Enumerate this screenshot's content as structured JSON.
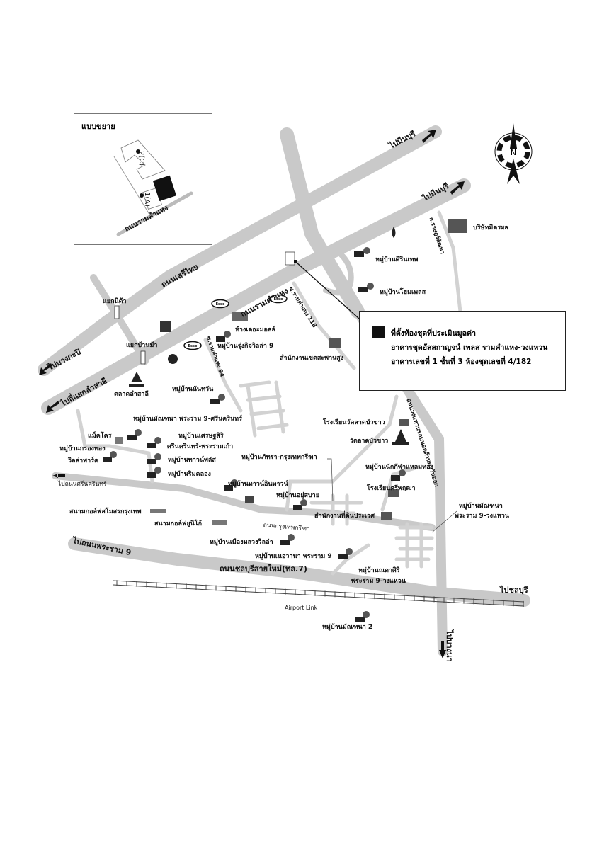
{
  "inset": {
    "title": "แบบขยาย",
    "building_2": "2(C)",
    "building_1": "1(A)",
    "road": "ถนนรามคำแหง"
  },
  "legend": {
    "title": "ที่ตั้งห้องชุดที่ประเมินมูลค่า",
    "line2": "อาคารชุดอัสสกาญจน์ เพลส รามคำแหง-วงแหวน",
    "line3": "อาคารเลขที่  1   ชั้นที่ 3  ห้องชุดเลขที่ 4/182"
  },
  "compass": {
    "north": "N"
  },
  "roads": {
    "to_minburi_1": "ไปมีนบุรี",
    "to_minburi_2": "ไปมีนบุรี",
    "seri_thai": "ถนนเสรีไทย",
    "ramkhamhaeng": "ถนนรามคำแหง",
    "to_bangkapi": "ไปบางกะปิ",
    "to_lamsali": "ไปสี่แยกลำสาลี",
    "soi_118": "ซ.รามคำแหง 118",
    "soi_94": "ซ.รามคำแหง 94",
    "rat_phatthana": "ถ.ราษฎร์พัฒนา",
    "kanchanaphisek": "ถนนวงแหวนรอบนอกด้านตะวันออก",
    "to_srinakarin": "ไปถนนศรีนครินทร์",
    "krungthep_kreetha": "ถนนกรุงเทพกรีฑา",
    "to_rama9": "ไปถนนพระราม 9",
    "chonburi_new": "ถนนชลบุรีสายใหม่(ทล.7)",
    "to_chonburi": "ไปชลบุรี",
    "to_bangna": "ไปบางนา",
    "airport_link": "Airport Link"
  },
  "intersections": {
    "nida": "แยกนิด้า",
    "ban_ma": "แยกบ้านม้า"
  },
  "places": {
    "mitphol": "บริษัทมิตรผล",
    "sirinthep": "หมู่บ้านศิรินเทพ",
    "homeplace": "หมู่บ้านโฮมเพลส",
    "the_mall": "ห้างเดอะมอลล์",
    "rungkit_villa": "หมู่บ้านรุ่งกิจวิลล่า 9",
    "bangkapi_office": "สำนักงานเขตสะพานสูง",
    "lamsali_market": "ตลาดลำสาลี",
    "nanthawan": "หมู่บ้านนันทวัน",
    "maneeya_srinakarin": "หมู่บ้านมัณฑนา พระราม 9-ศรีนครินทร์",
    "makro": "แม็คโคร",
    "setthasiri": "หมู่บ้านเศรษฐสิริ",
    "setthasiri_2": "ศรีนครินทร์-พระรามเก้า",
    "krungthong": "หมู่บ้านกรองทอง",
    "villa_park": "วิลล่าพาร์ค",
    "townplus": "หมู่บ้านทาวน์พลัส",
    "rimkhlong": "หมู่บ้านริมคลอง",
    "bhatra": "หมู่บ้านภัทรา-กรุงเทพกรีฑา",
    "town_avenue": "หมู่บ้านทาวน์อินทาวน์",
    "yoo_sabai": "หมู่บ้านอยู่สบาย",
    "golf_krungthep": "สนามกอล์ฟสโมสรกรุงเทพ",
    "golf_unico": "สนามกอล์ฟยูนิโก้",
    "land_office": "สำนักงานที่ดินประเวศ",
    "mueang_luang": "หมู่บ้านเมืองหลวงวิลล่า",
    "nava_rama9": "หมู่บ้านเนอวานา พระราม 9",
    "school_wat": "โรงเรียนวัดลาดบัวขาว",
    "wat_lat": "วัดลาดบัวขาว",
    "nakkila": "หมู่บ้านนักกีฬาแหลมทอง",
    "school_sri": "โรงเรียนศรีพฤฒา",
    "maneeya_ring": "หมู่บ้านมัณฑนา",
    "maneeya_ring_2": "พระราม 9-วงแหวน",
    "nantasiri": "หมู่บ้านณดาศิริ",
    "nantasiri_2": "พระราม 9-วงแหวน",
    "maneeya_2": "หมู่บ้านมัณฑนา 2"
  },
  "icons": {
    "esso": "Esso",
    "big_c": "Big"
  }
}
